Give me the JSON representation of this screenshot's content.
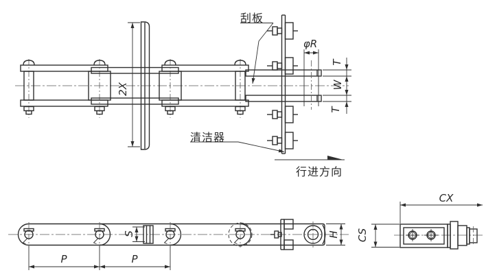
{
  "page": {
    "background": "#ffffff",
    "line_color": "#2f2f2f",
    "description_type": "engineering-drawing"
  },
  "annotations": {
    "scraper_label": "刮板",
    "cleaner_label": "清洁器",
    "travel_direction_label": "行进方向"
  },
  "dimensions": {
    "side_view": {
      "scraper_height": "2X",
      "roller_diameter": "φR",
      "sidebar_thickness_top": "T",
      "inner_width": "W",
      "sidebar_thickness_bottom": "T"
    },
    "bottom_view": {
      "pitch_1": "P",
      "pitch_2": "P",
      "slot_width": "S",
      "bar_height": "H"
    },
    "attachment_detail": {
      "length": "CX",
      "height": "CS"
    }
  }
}
